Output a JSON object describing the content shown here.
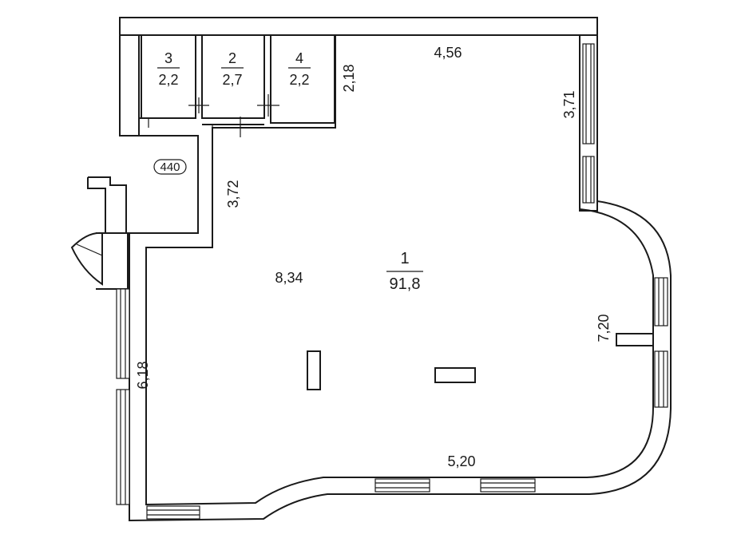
{
  "plan": {
    "main_room": {
      "number": "1",
      "area": "91,8"
    },
    "small_rooms": [
      {
        "number": "3",
        "area": "2,2"
      },
      {
        "number": "2",
        "area": "2,7"
      },
      {
        "number": "4",
        "area": "2,2"
      }
    ],
    "marker": "440",
    "dimensions": {
      "top_wall": "4,56",
      "right_upper": "3,71",
      "closet_depth": "2,18",
      "corridor": "3,72",
      "inner": "8,34",
      "right_curve": "7,20",
      "left_wall": "6,18",
      "bottom_wall": "5,20"
    }
  }
}
